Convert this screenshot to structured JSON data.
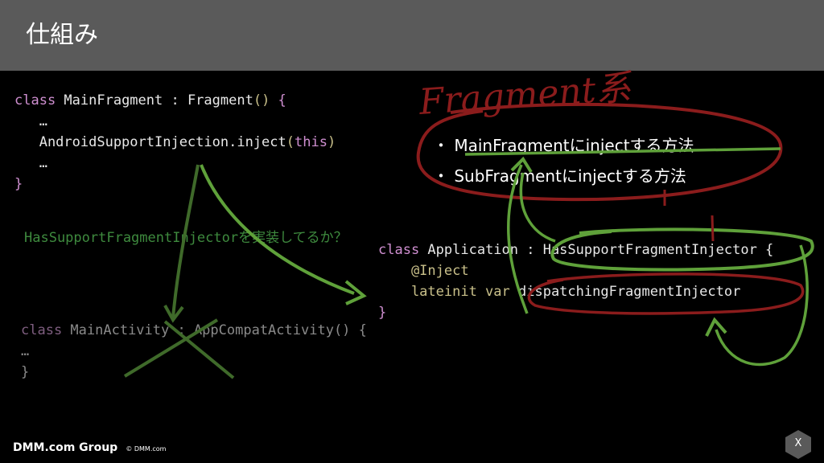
{
  "slide": {
    "title": "仕組み"
  },
  "code_fragment": {
    "line1_kw": "class",
    "line1_rest": " MainFragment : Fragment",
    "line1_paren": "()",
    "line1_brace": " {",
    "line2": "   …",
    "line3_call": "   AndroidSupportInjection.inject",
    "line3_arg_open": "(",
    "line3_arg": "this",
    "line3_arg_close": ")",
    "line4": "   …",
    "line5": "}"
  },
  "question": "HasSupportFragmentInjectorを実装してるか？",
  "code_activity": {
    "line1_kw": "class",
    "line1_rest": " MainActivity : AppCompatActivity() {",
    "line2": "…",
    "line3": "}"
  },
  "code_application": {
    "line1_kw": "class",
    "line1_rest": " Application : HasSupportFragmentInjector {",
    "line2": "    @Inject",
    "line3_kw": "    lateinit var",
    "line3_rest": " dispatchingFragmentInjector",
    "line4": "}"
  },
  "notes": {
    "item1": "・ MainFragmentにinjectする方法",
    "item2": "・ SubFragmentにinjectする方法"
  },
  "handwriting": {
    "label": "Fragment系"
  },
  "footer": {
    "brand": "DMM.com Group",
    "copyright": "© DMM.com",
    "close_label": "X"
  },
  "colors": {
    "header_bg": "#5a5a5a",
    "background": "#000000",
    "ink_red": "#8b1c1c",
    "ink_green": "#5fa13a"
  }
}
